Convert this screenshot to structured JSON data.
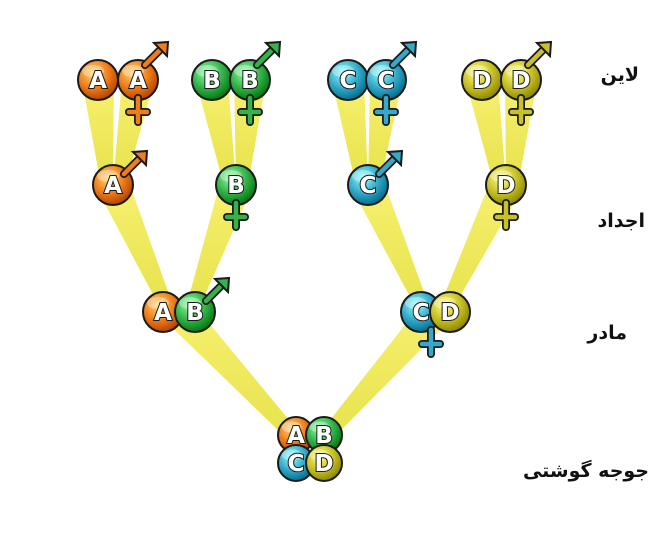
{
  "rows": {
    "line": "لاین",
    "grandparent": "اجداد",
    "parent": "مادر",
    "broiler": "جوجه گوشتی"
  },
  "lines": [
    {
      "letter": "A",
      "color": "#ef7d1a"
    },
    {
      "letter": "B",
      "color": "#35b34a"
    },
    {
      "letter": "C",
      "color": "#35a9c9"
    },
    {
      "letter": "D",
      "color": "#c8c227"
    }
  ],
  "symbols": {
    "male": "male-symbol",
    "female": "female-symbol"
  }
}
